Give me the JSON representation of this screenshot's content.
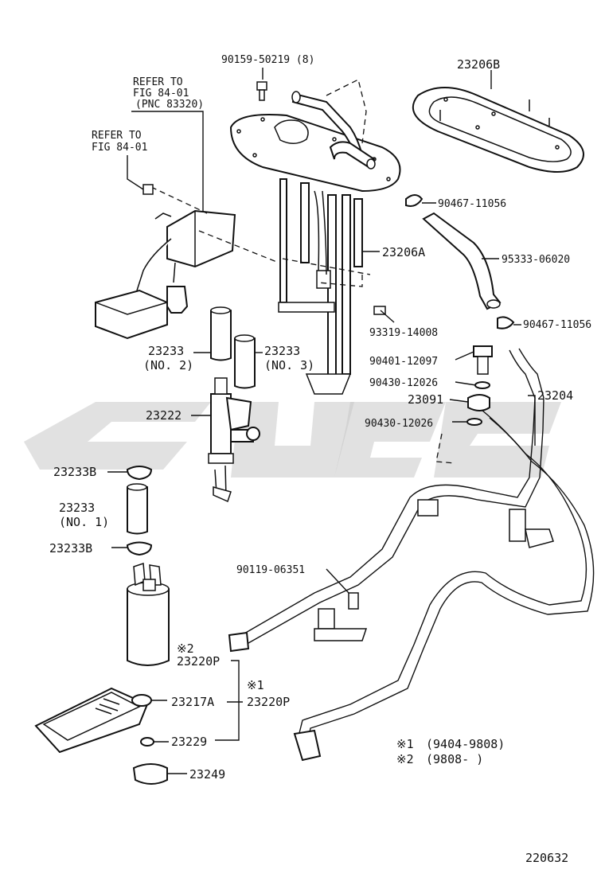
{
  "labels": {
    "refer_pnc_1": "REFER TO",
    "refer_pnc_2": "FIG 84-01",
    "refer_pnc_3": "(PNC 83320)",
    "refer_fig_1": "REFER TO",
    "refer_fig_2": "FIG 84-01",
    "bolt_top": "90159-50219 (8)",
    "gasket": "23206B",
    "clamp_upper": "90467-11056",
    "hose": "95333-06020",
    "clamp_lower": "90467-11056",
    "bracket_sender": "23206A",
    "bolt_93319": "93319-14008",
    "union_bolt": "90401-12097",
    "washer_upper": "90430-12026",
    "fitting_23091": "23091",
    "fuel_tube": "23204",
    "washer_lower": "90430-12026",
    "tube_no2_num": "23233",
    "tube_no2_tag": "(NO. 2)",
    "tube_no3_num": "23233",
    "tube_no3_tag": "(NO. 3)",
    "pulsation_damper": "23222",
    "clamp_b_upper": "23233B",
    "tube_no1_num": "23233",
    "tube_no1_tag": "(NO. 1)",
    "clamp_b_lower": "23233B",
    "bolt_90119": "90119-06351",
    "pump_note_mark": "※2",
    "pump_a": "23220P",
    "pump_b_mark": "※1",
    "pump_b": "23220P",
    "filter": "23217A",
    "cushion": "23229",
    "retainer": "23249",
    "note1_mark": "※1",
    "note1_range": "(9404-9808)",
    "note2_mark": "※2",
    "note2_range": "(9808-      )",
    "diagram_no": "220632"
  }
}
